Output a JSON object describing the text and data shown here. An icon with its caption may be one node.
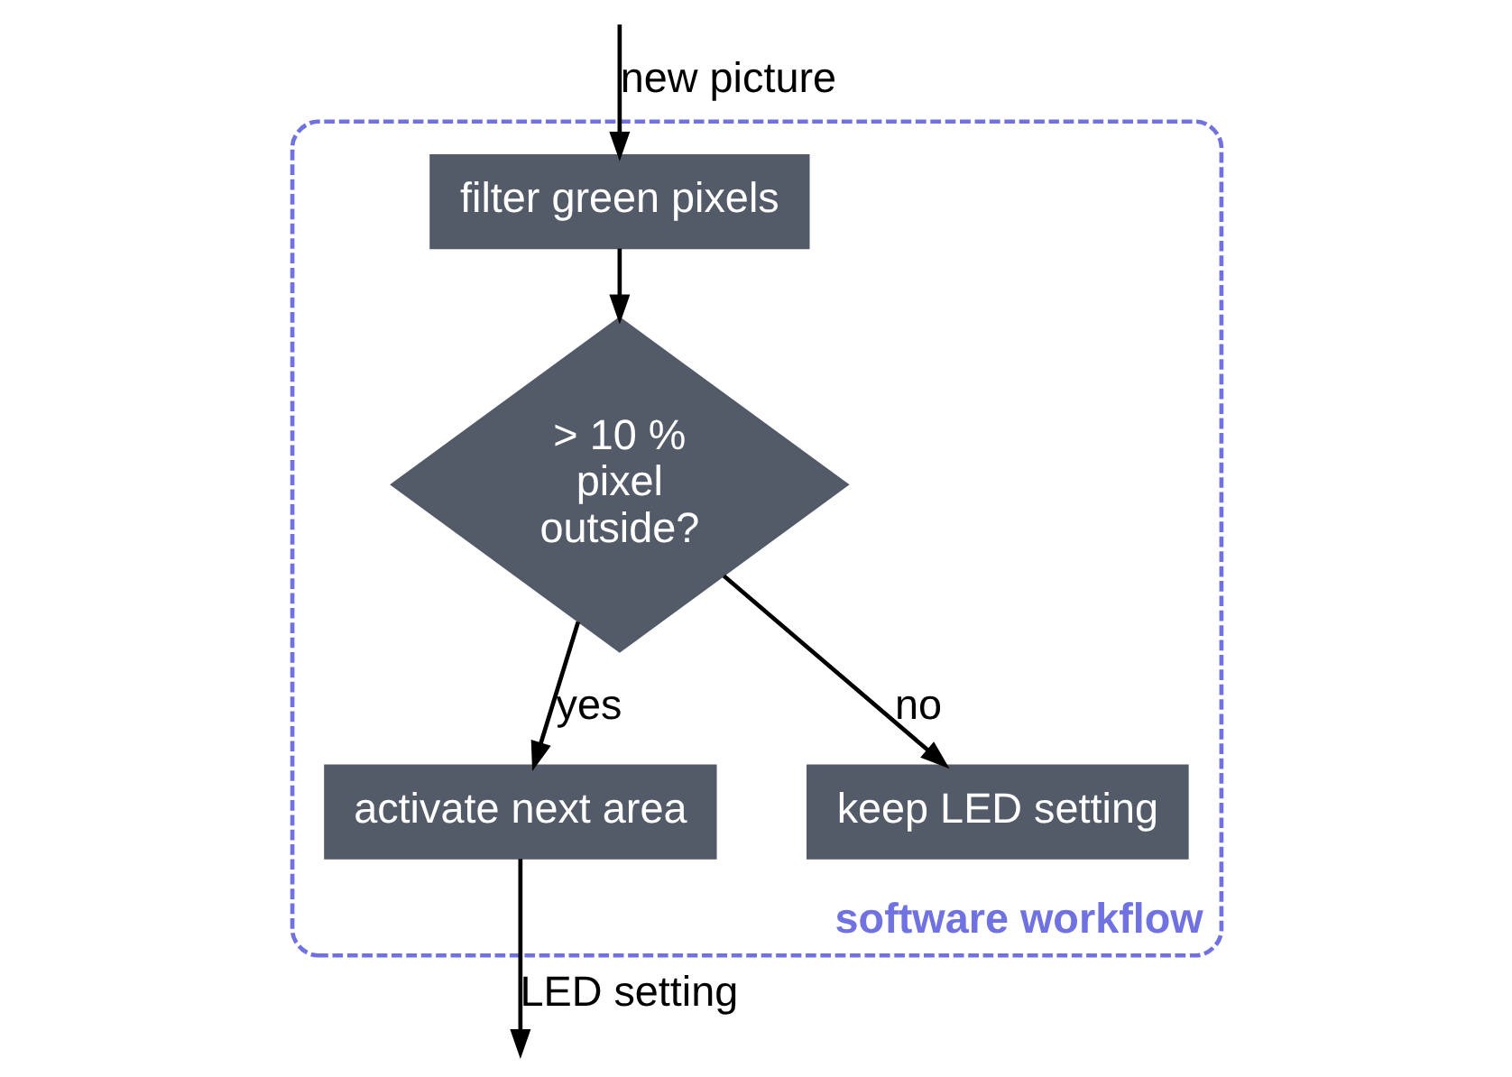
{
  "diagram": {
    "nodes": [
      {
        "text": [
          "software workflow"
        ]
      },
      {
        "text": [
          "filter green pixels"
        ],
        "in": 0
      },
      {
        "text": [
          "> 10 % pixel outside?"
        ],
        "in": 0
      },
      {
        "text": [
          "activate next area"
        ],
        "in": 0
      },
      {
        "text": [
          "keep LED setting"
        ],
        "in": 0
      }
    ],
    "edges": [
      {
        "from": null,
        "to": 1,
        "arrow": "to",
        "label": "new picture"
      },
      {
        "from": 1,
        "to": 2,
        "arrow": "to"
      },
      {
        "from": 2,
        "to": 3,
        "arrow": "to",
        "label": "yes"
      },
      {
        "from": 2,
        "to": 4,
        "arrow": "to",
        "label": "no"
      },
      {
        "from": 3,
        "to": null,
        "arrow": "to",
        "label": "LED setting"
      }
    ]
  }
}
